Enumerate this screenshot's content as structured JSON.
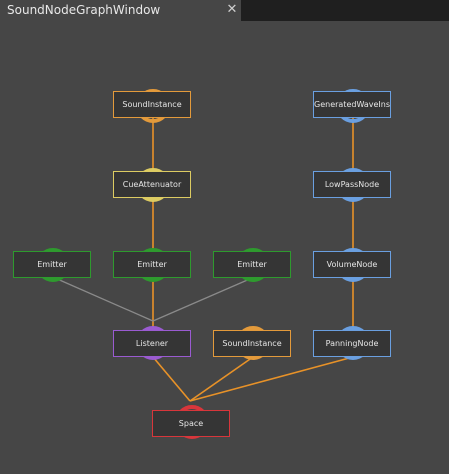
{
  "window": {
    "tab_title": "SoundNodeGraphWindow",
    "close_glyph": "✕"
  },
  "colors": {
    "background": "#464646",
    "tab_strip": "#1f1f1f",
    "orange": "#e39a3b",
    "blue": "#6a9fe0",
    "yellow": "#dccb62",
    "green": "#2e9a2e",
    "purple": "#9a5bd1",
    "red": "#d8363b",
    "edge_orange": "#e89228",
    "edge_gray": "#8a8a8a"
  },
  "graph": {
    "nodes": [
      {
        "id": "sound-instance-1",
        "label": "SoundInstance"
      },
      {
        "id": "generated-wave",
        "label": "GeneratedWaveIns"
      },
      {
        "id": "cue-attenuator",
        "label": "CueAttenuator"
      },
      {
        "id": "low-pass",
        "label": "LowPassNode"
      },
      {
        "id": "emitter-1",
        "label": "Emitter"
      },
      {
        "id": "emitter-2",
        "label": "Emitter"
      },
      {
        "id": "emitter-3",
        "label": "Emitter"
      },
      {
        "id": "volume",
        "label": "VolumeNode"
      },
      {
        "id": "listener",
        "label": "Listener"
      },
      {
        "id": "sound-instance-2",
        "label": "SoundInstance"
      },
      {
        "id": "panning",
        "label": "PanningNode"
      },
      {
        "id": "space",
        "label": "Space"
      }
    ]
  }
}
